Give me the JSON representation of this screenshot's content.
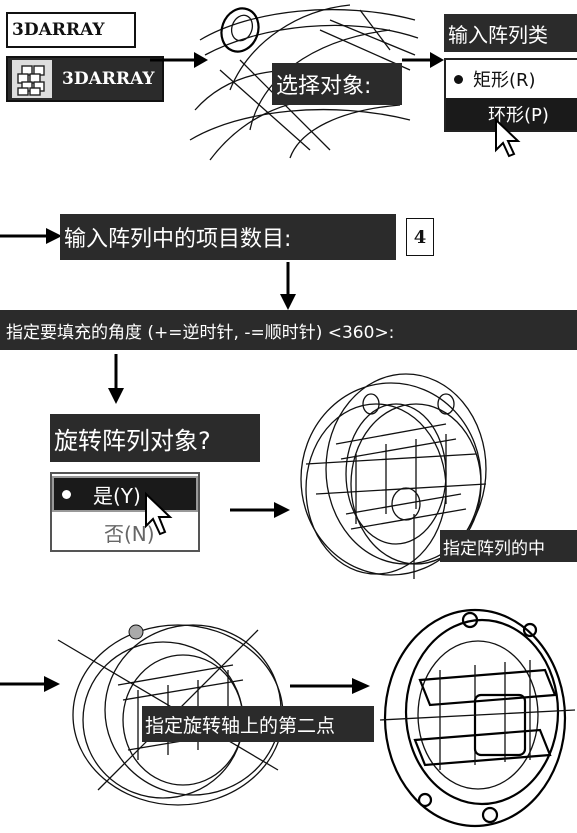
{
  "command": {
    "typed": "3DARRAY",
    "autocomplete": "3DARRAY",
    "icon": "3d-array-icon"
  },
  "step1": {
    "prompt": "选择对象:"
  },
  "step2": {
    "prompt": "输入阵列类",
    "options": [
      {
        "label": "矩形(R)",
        "selected": false
      },
      {
        "label": "环形(P)",
        "selected": true
      }
    ]
  },
  "step3": {
    "prompt": "输入阵列中的项目数目:",
    "value": "4"
  },
  "step4": {
    "prompt": "指定要填充的角度 (+=逆时针, -=顺时针) <360>:"
  },
  "step5": {
    "prompt": "旋转阵列对象?",
    "options": [
      {
        "label": "是(Y)",
        "selected": true
      },
      {
        "label": "否(N)",
        "selected": false
      }
    ]
  },
  "step6": {
    "prompt": "指定阵列的中"
  },
  "step7": {
    "prompt": "指定旋转轴上的第二点"
  },
  "colors": {
    "label_bg": "#2b2b2b",
    "label_fg": "#ffffff",
    "line": "#000000"
  }
}
